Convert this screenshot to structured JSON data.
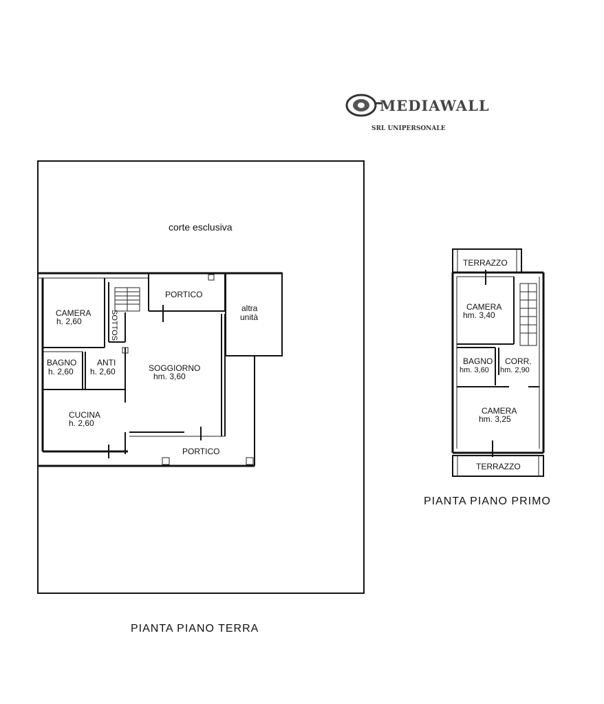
{
  "logo": {
    "brand": "MEDIAWALL",
    "tagline": "SRL UNIPERSONALE"
  },
  "ground_floor": {
    "title": "PIANTA PIANO TERRA",
    "court_label": "corte esclusiva",
    "rooms": {
      "camera": {
        "name": "CAMERA",
        "height": "h. 2,60"
      },
      "sottos": {
        "name": "SOTTOS"
      },
      "portico_top": {
        "name": "PORTICO"
      },
      "altra_unita": {
        "line1": "altra",
        "line2": "unità"
      },
      "bagno": {
        "name": "BAGNO",
        "height": "h. 2,60"
      },
      "anti": {
        "name": "ANTI",
        "height": "h. 2,60"
      },
      "soggiorno": {
        "name": "SOGGIORNO",
        "height": "hm. 3,60"
      },
      "cucina": {
        "name": "CUCINA",
        "height": "h. 2,60"
      },
      "portico_bottom": {
        "name": "PORTICO"
      }
    }
  },
  "first_floor": {
    "title": "PIANTA PIANO PRIMO",
    "rooms": {
      "terrazzo_top": {
        "name": "TERRAZZO"
      },
      "camera_top": {
        "name": "CAMERA",
        "height": "hm. 3,40"
      },
      "bagno": {
        "name": "BAGNO",
        "height": "hm. 3,60"
      },
      "corr": {
        "name": "CORR.",
        "height": "hm. 2,90"
      },
      "camera_bottom": {
        "name": "CAMERA",
        "height": "hm. 3,25"
      },
      "terrazzo_bottom": {
        "name": "TERRAZZO"
      }
    }
  }
}
